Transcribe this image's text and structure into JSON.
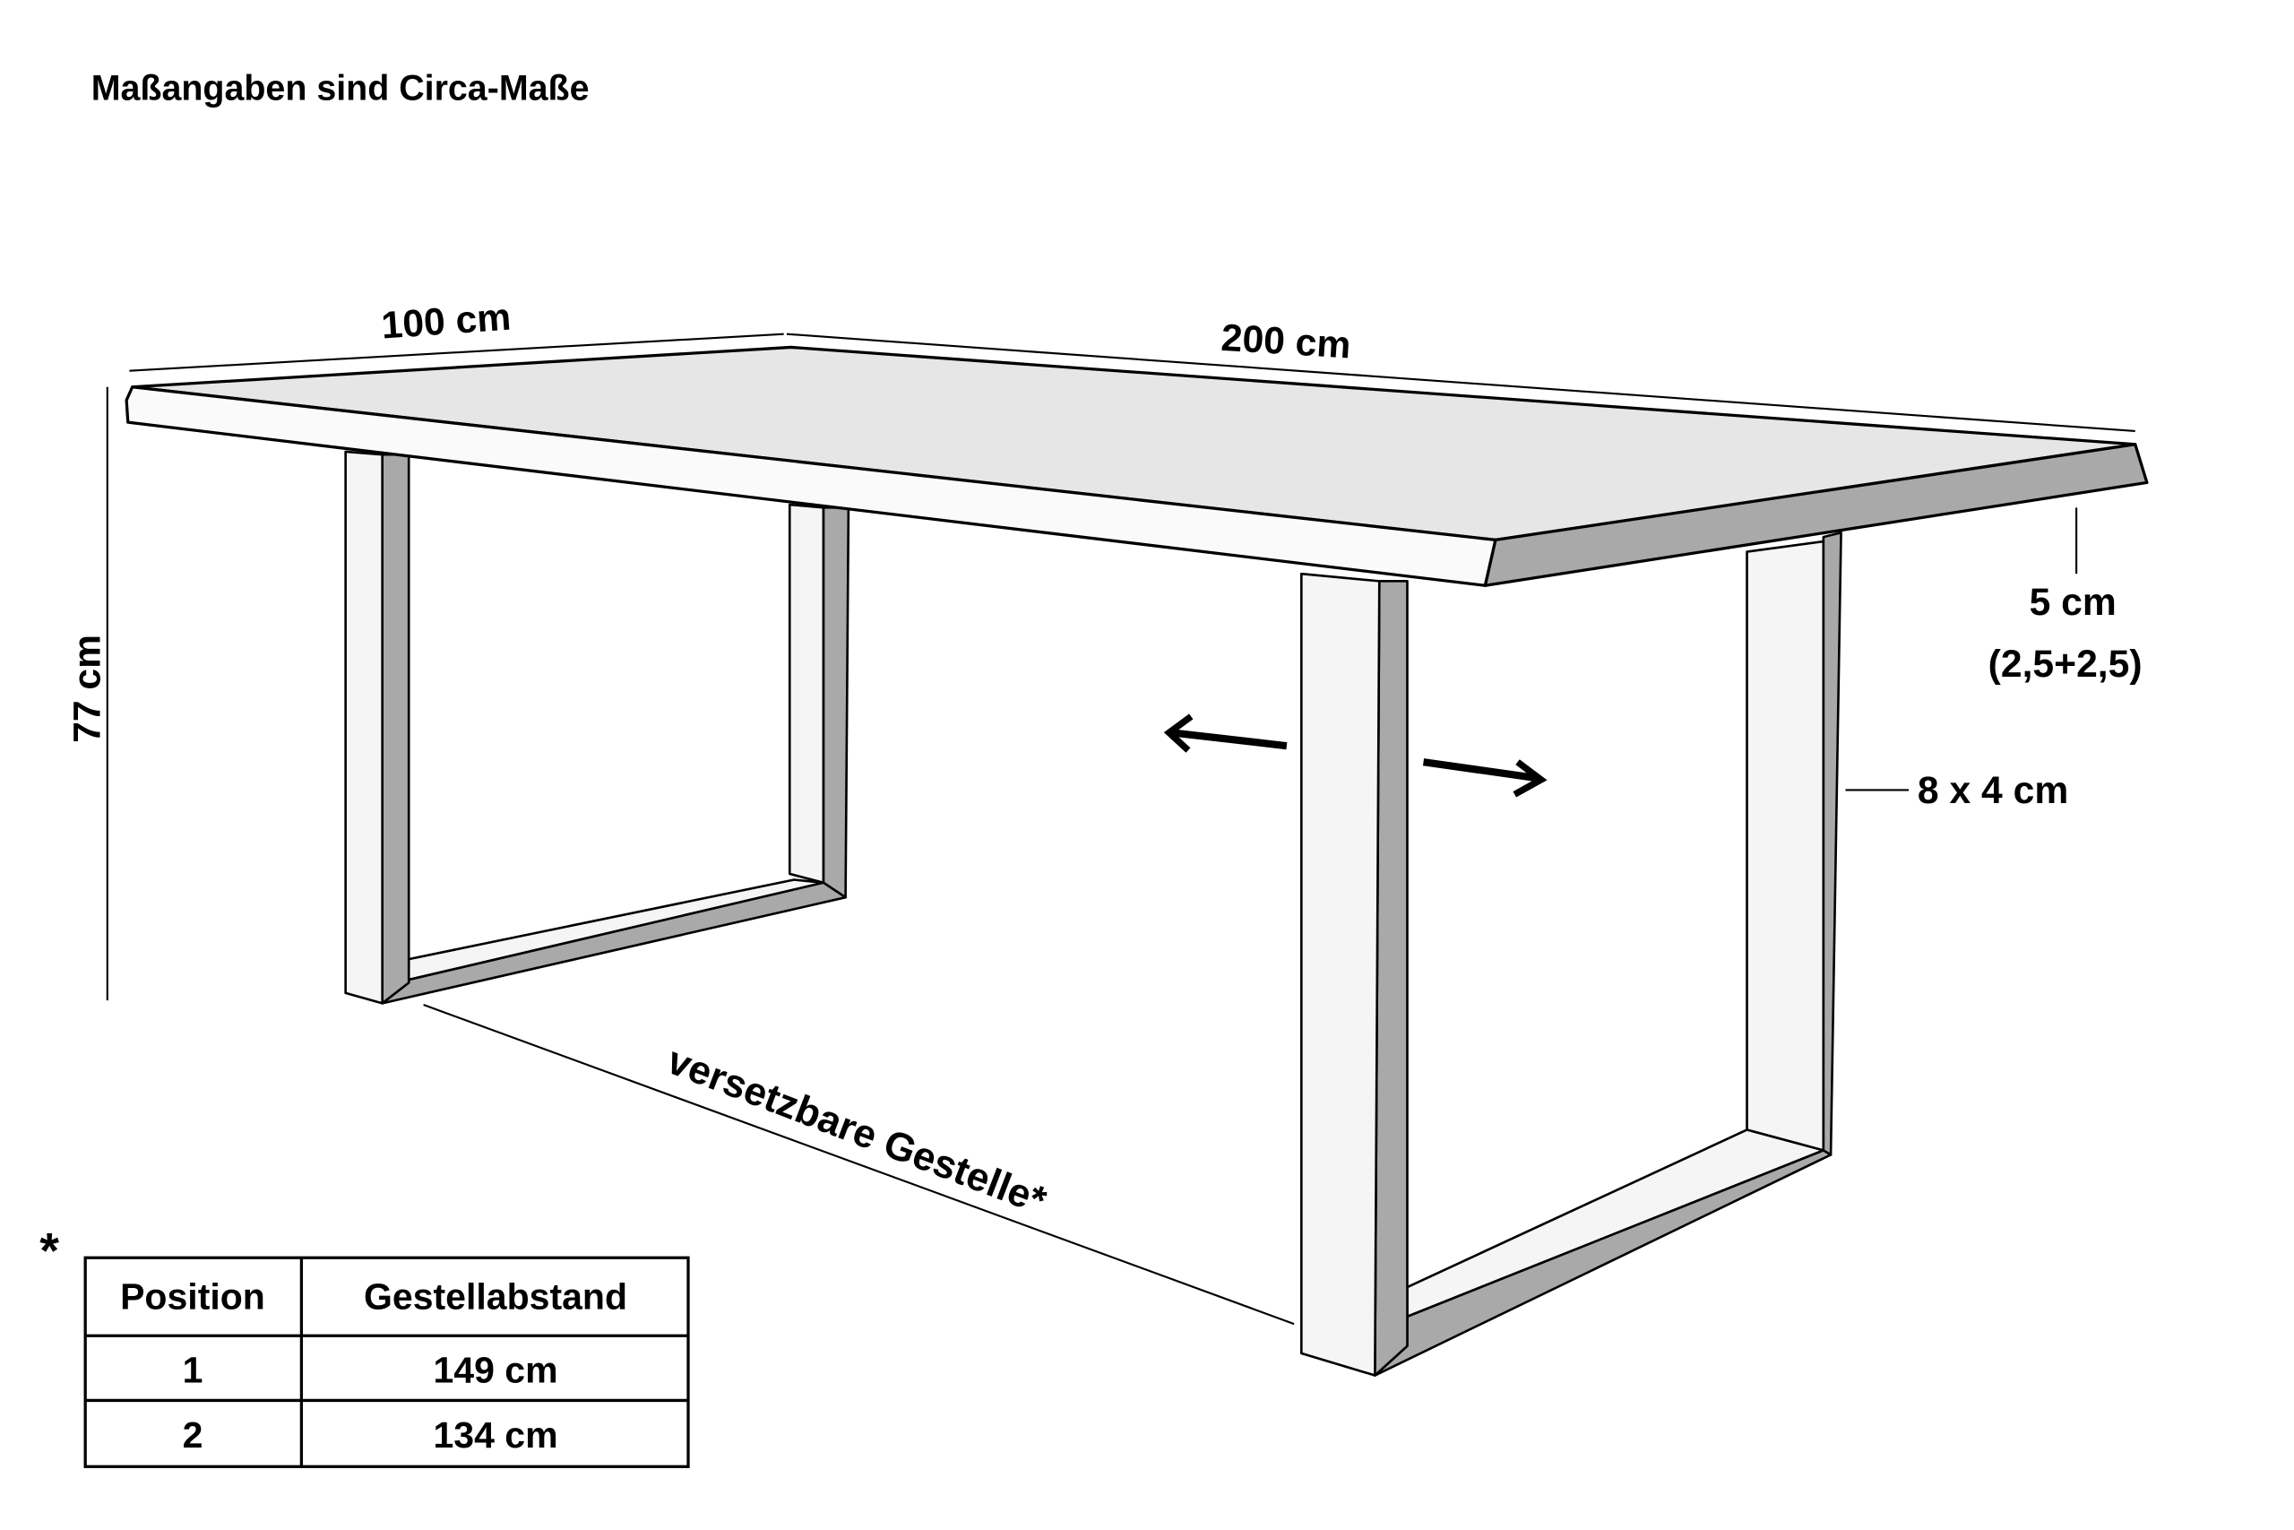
{
  "title": "Maßangaben sind Circa-Maße",
  "dimensions": {
    "width": "100 cm",
    "length": "200 cm",
    "height": "77 cm",
    "thickness": "5 cm",
    "thickness_detail": "(2,5+2,5)",
    "leg_profile": "8 x 4 cm",
    "movable_frames": "versetzbare Gestelle*"
  },
  "footnote_marker": "*",
  "table": {
    "headers": [
      "Position",
      "Gestellabstand"
    ],
    "rows": [
      [
        "1",
        "149 cm"
      ],
      [
        "2",
        "134 cm"
      ]
    ]
  },
  "colors": {
    "top_face": "#e6e6e6",
    "front_face": "#fafafa",
    "shade": "#a9a9a9",
    "leg_face": "#f5f5f5"
  }
}
